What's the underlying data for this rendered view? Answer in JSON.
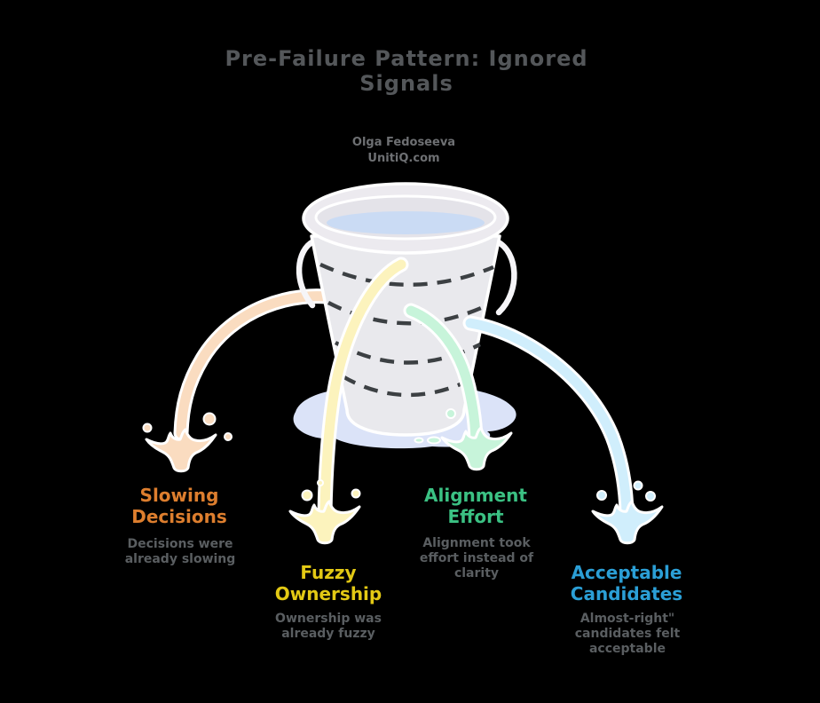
{
  "title": "Pre-Failure Pattern: Ignored Signals",
  "attribution": "Olga Fedoseeva\nUnitiQ.com",
  "leaks": [
    {
      "title": "Slowing\nDecisions",
      "desc": "Decisions were\nalready slowing",
      "accent_color": "#dd7e2e",
      "stream_color": "#fadcc0"
    },
    {
      "title": "Fuzzy\nOwnership",
      "desc": "Ownership was\nalready fuzzy",
      "accent_color": "#e3c914",
      "stream_color": "#fcf3bd"
    },
    {
      "title": "Alignment\nEffort",
      "desc": "Alignment took\neffort instead of\nclarity",
      "accent_color": "#3bc183",
      "stream_color": "#c7f4da"
    },
    {
      "title": "Acceptable\nCandidates",
      "desc": "Almost-right\"\ncandidates felt\nacceptable",
      "accent_color": "#2b9fd6",
      "stream_color": "#d0eefc"
    }
  ],
  "colors": {
    "background": "#000000",
    "title_text": "#54575a",
    "attribution_text": "#6e7073",
    "desc_text": "#5a5e61",
    "bucket_body": "#e9e9ed",
    "bucket_rim": "#eceaef",
    "bucket_rim_inner": "#e4e3e9",
    "water": "#cadbf4",
    "puddle": "#dbe3f8",
    "dashed_line": "#3c4043",
    "outline_white": "#ffffff",
    "handle": "#f6f5f8"
  }
}
